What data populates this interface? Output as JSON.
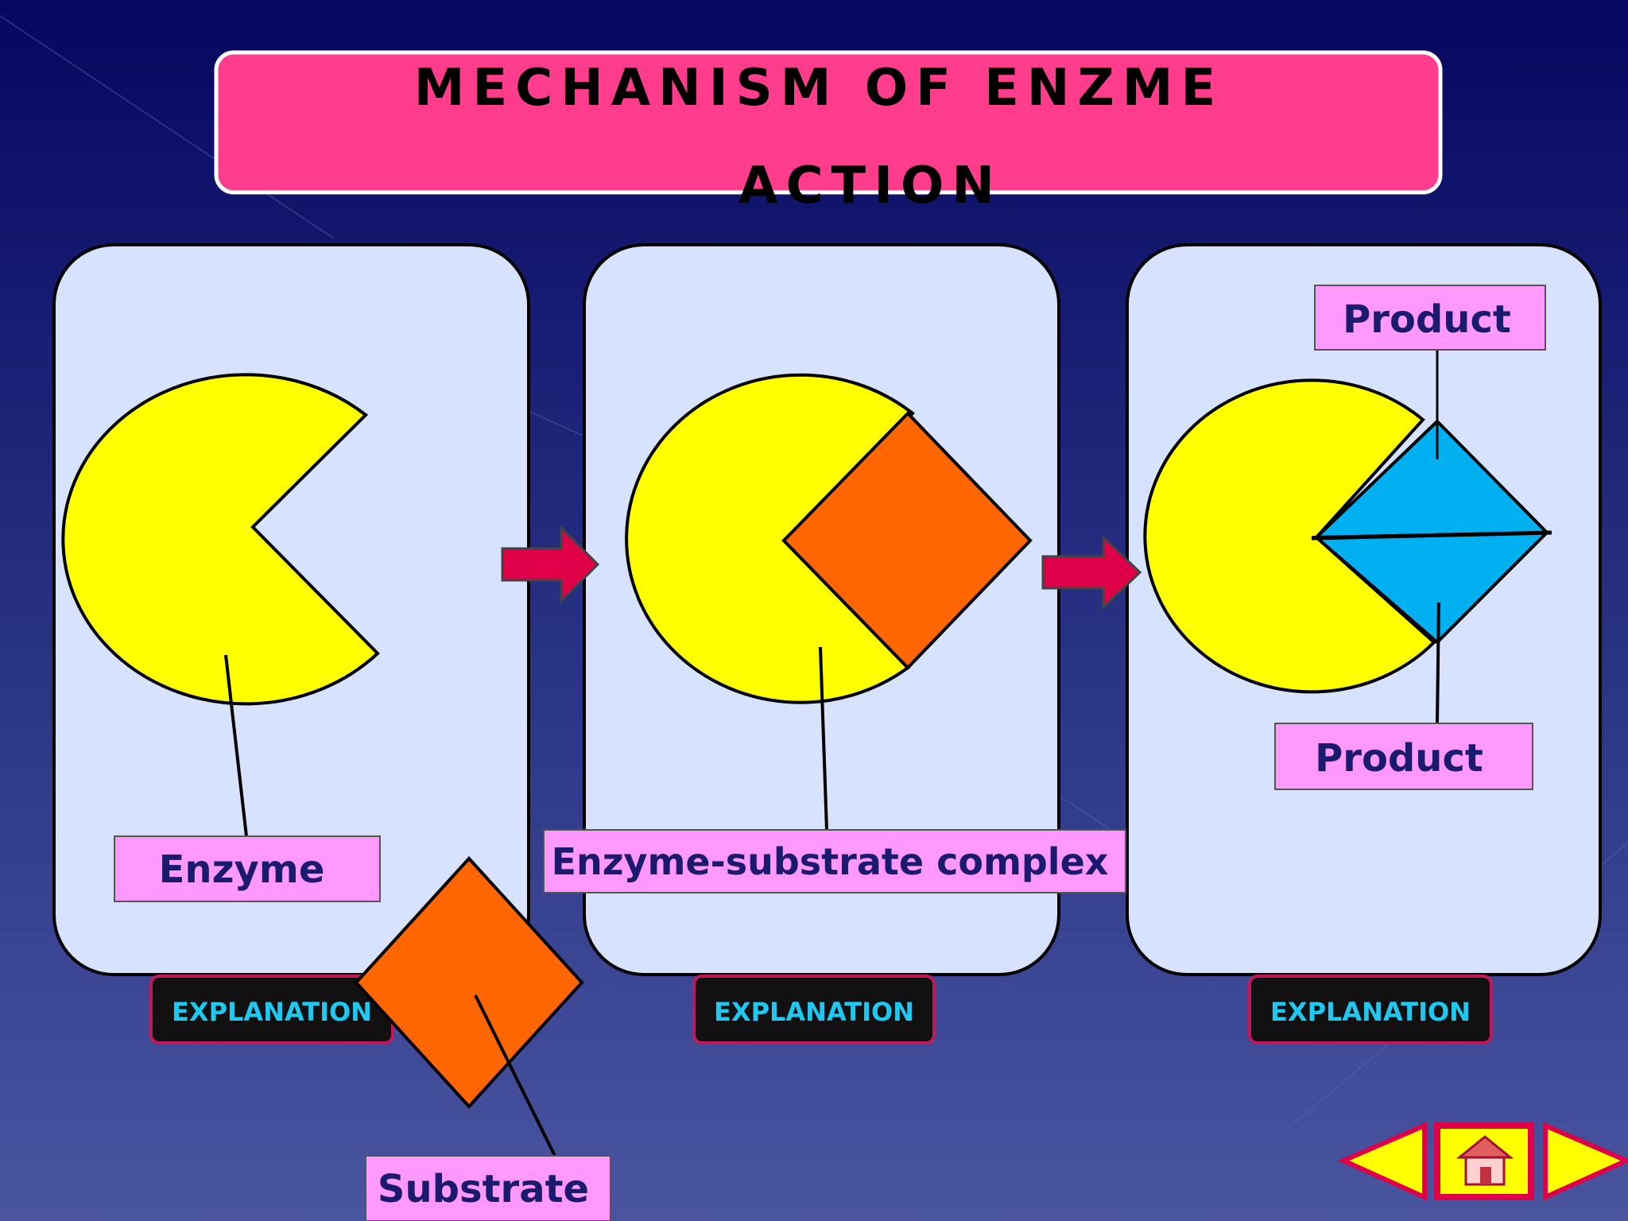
{
  "slide": {
    "title_line1": "MECHANISM OF ENZME",
    "title_line2": "ACTION"
  },
  "labels": {
    "enzyme": "Enzyme",
    "substrate": "Substrate",
    "complex": "Enzyme-substrate complex",
    "product_top": "Product",
    "product_bottom": "Product"
  },
  "buttons": {
    "explanation_1": "EXPLANATION",
    "explanation_2": "EXPLANATION",
    "explanation_3": "EXPLANATION"
  },
  "navigation": {
    "prev_icon": "triangle-left-icon",
    "home_icon": "house-icon",
    "next_icon": "triangle-right-icon"
  },
  "colors": {
    "title_banner": "#ff3d8c",
    "panel": "#d6e2fe",
    "enzyme": "#ffff00",
    "substrate": "#ff6600",
    "product": "#00b0f0",
    "label_box": "#ff99ff",
    "arrow": "#e0004a",
    "button_bg": "#111111",
    "button_border": "#c2185b",
    "button_text": "#1ec8f0"
  }
}
